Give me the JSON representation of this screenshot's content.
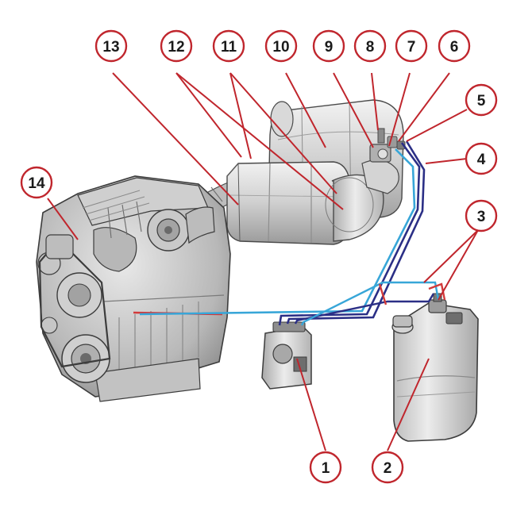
{
  "colors": {
    "callout_stroke": "#c0262d",
    "leader": "#c0262d",
    "line_blue": "#38a6d8",
    "line_navy": "#2b2f86",
    "line_red": "#d23a3a",
    "metal_light": "#e2e2e2",
    "metal_mid": "#c4c4c4",
    "metal_dark": "#8e8e8e",
    "outline": "#4a4a4a"
  },
  "callouts": [
    {
      "id": "1",
      "label": "1"
    },
    {
      "id": "2",
      "label": "2"
    },
    {
      "id": "3",
      "label": "3"
    },
    {
      "id": "4",
      "label": "4"
    },
    {
      "id": "5",
      "label": "5"
    },
    {
      "id": "6",
      "label": "6"
    },
    {
      "id": "7",
      "label": "7"
    },
    {
      "id": "8",
      "label": "8"
    },
    {
      "id": "9",
      "label": "9"
    },
    {
      "id": "10",
      "label": "10"
    },
    {
      "id": "11",
      "label": "11"
    },
    {
      "id": "12",
      "label": "12"
    },
    {
      "id": "13",
      "label": "13"
    },
    {
      "id": "14",
      "label": "14"
    }
  ]
}
